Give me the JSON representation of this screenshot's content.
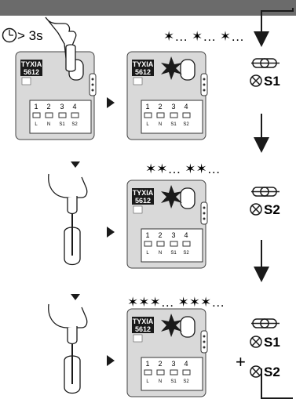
{
  "hold_duration": "> 3s",
  "device": {
    "brand_line1": "TYXIA",
    "brand_line2": "5612",
    "terminal_numbers": [
      "1",
      "2",
      "3",
      "4"
    ],
    "terminal_labels": [
      "L",
      "N",
      "S1",
      "S2"
    ]
  },
  "steps": [
    {
      "flash_pattern": "✶… ✶… ✶…",
      "outputs": [
        "S1"
      ]
    },
    {
      "flash_pattern": "✶✶… ✶✶…",
      "outputs": [
        "S2"
      ]
    },
    {
      "flash_pattern": "✶✶✶… ✶✶✶…",
      "outputs": [
        "S1",
        "S2"
      ]
    }
  ],
  "combine_symbol": "+",
  "colors": {
    "header": "#6b6b6b",
    "device_body": "#d9d9d9",
    "ink": "#1a1a1a",
    "terminal_panel": "#ffffff"
  }
}
